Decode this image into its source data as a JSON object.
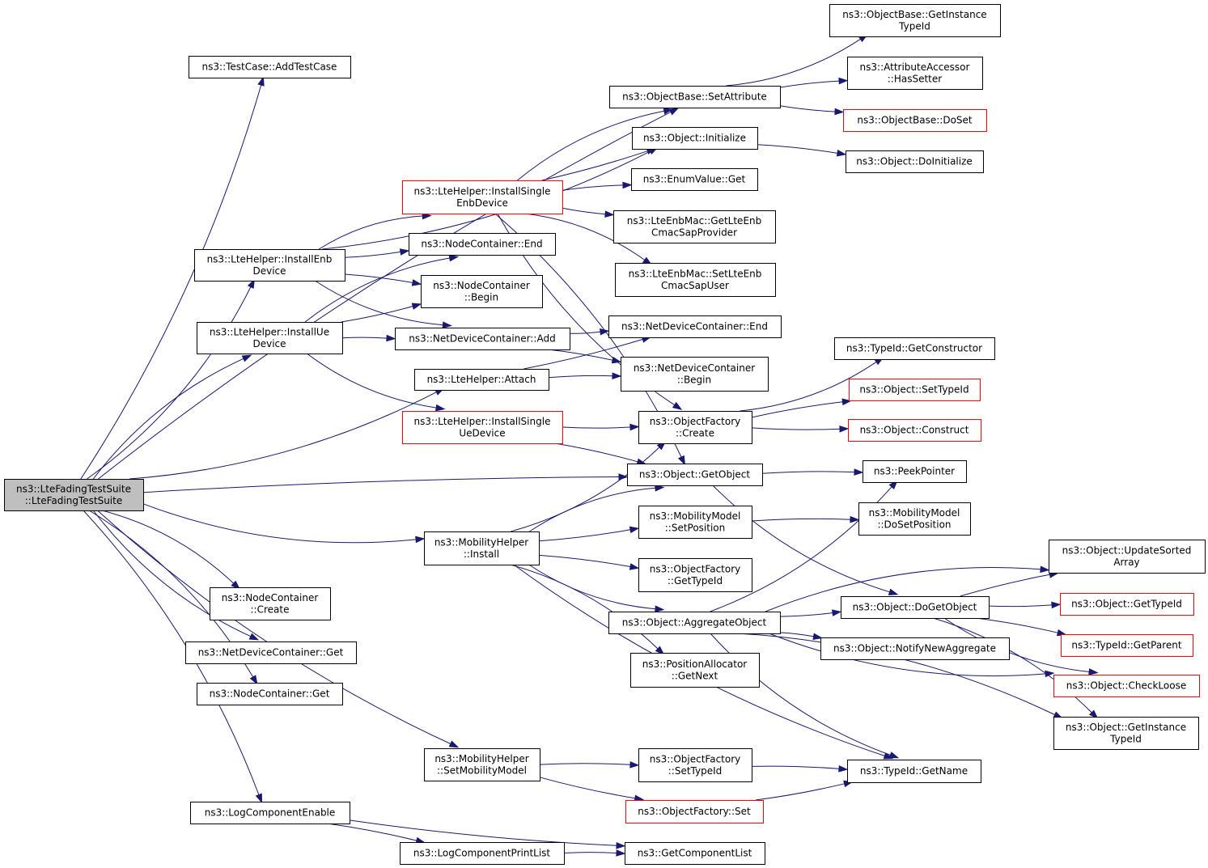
{
  "diagram": {
    "colors": {
      "root_fill": "#bfbfbf",
      "node_fill": "#ffffff",
      "node_border": "#000000",
      "incomplete_border": "#ff0000",
      "edge": "#191970"
    },
    "nodes": [
      {
        "id": "root",
        "lines": [
          "ns3::LteFadingTestSuite",
          "::LteFadingTestSuite"
        ],
        "style": "root"
      },
      {
        "id": "addTestCase",
        "lines": [
          "ns3::TestCase::AddTestCase"
        ],
        "style": "normal"
      },
      {
        "id": "installEnbDevice",
        "lines": [
          "ns3::LteHelper::InstallEnb",
          "Device"
        ],
        "style": "normal"
      },
      {
        "id": "installUeDevice",
        "lines": [
          "ns3::LteHelper::InstallUe",
          "Device"
        ],
        "style": "normal"
      },
      {
        "id": "attach",
        "lines": [
          "ns3::LteHelper::Attach"
        ],
        "style": "normal"
      },
      {
        "id": "mobilityInstall",
        "lines": [
          "ns3::MobilityHelper",
          "::Install"
        ],
        "style": "normal"
      },
      {
        "id": "nodeContainerCreate",
        "lines": [
          "ns3::NodeContainer",
          "::Create"
        ],
        "style": "normal"
      },
      {
        "id": "netDevContainerGet",
        "lines": [
          "ns3::NetDeviceContainer::Get"
        ],
        "style": "normal"
      },
      {
        "id": "nodeContainerGet",
        "lines": [
          "ns3::NodeContainer::Get"
        ],
        "style": "normal"
      },
      {
        "id": "setMobilityModel",
        "lines": [
          "ns3::MobilityHelper",
          "::SetMobilityModel"
        ],
        "style": "normal"
      },
      {
        "id": "logComponentEnable",
        "lines": [
          "ns3::LogComponentEnable"
        ],
        "style": "normal"
      },
      {
        "id": "setAttribute",
        "lines": [
          "ns3::ObjectBase::SetAttribute"
        ],
        "style": "normal"
      },
      {
        "id": "objectInitialize",
        "lines": [
          "ns3::Object::Initialize"
        ],
        "style": "normal"
      },
      {
        "id": "installSingleEnb",
        "lines": [
          "ns3::LteHelper::InstallSingle",
          "EnbDevice"
        ],
        "style": "incomplete"
      },
      {
        "id": "nodeContainerEnd",
        "lines": [
          "ns3::NodeContainer::End"
        ],
        "style": "normal"
      },
      {
        "id": "nodeContainerBegin",
        "lines": [
          "ns3::NodeContainer",
          "::Begin"
        ],
        "style": "normal"
      },
      {
        "id": "netDevContainerAdd",
        "lines": [
          "ns3::NetDeviceContainer::Add"
        ],
        "style": "normal"
      },
      {
        "id": "installSingleUe",
        "lines": [
          "ns3::LteHelper::InstallSingle",
          "UeDevice"
        ],
        "style": "incomplete"
      },
      {
        "id": "enumValueGet",
        "lines": [
          "ns3::EnumValue::Get"
        ],
        "style": "normal"
      },
      {
        "id": "getLteEnbCmac",
        "lines": [
          "ns3::LteEnbMac::GetLteEnb",
          "CmacSapProvider"
        ],
        "style": "normal"
      },
      {
        "id": "setLteEnbCmac",
        "lines": [
          "ns3::LteEnbMac::SetLteEnb",
          "CmacSapUser"
        ],
        "style": "normal"
      },
      {
        "id": "netDevContainerEnd",
        "lines": [
          "ns3::NetDeviceContainer::End"
        ],
        "style": "normal"
      },
      {
        "id": "netDevContainerBegin",
        "lines": [
          "ns3::NetDeviceContainer",
          "::Begin"
        ],
        "style": "normal"
      },
      {
        "id": "objectFactoryCreate",
        "lines": [
          "ns3::ObjectFactory",
          "::Create"
        ],
        "style": "normal"
      },
      {
        "id": "objectGetObject",
        "lines": [
          "ns3::Object::GetObject"
        ],
        "style": "normal"
      },
      {
        "id": "mobilitySetPosition",
        "lines": [
          "ns3::MobilityModel",
          "::SetPosition"
        ],
        "style": "normal"
      },
      {
        "id": "objectFactoryGetTypeId",
        "lines": [
          "ns3::ObjectFactory",
          "::GetTypeId"
        ],
        "style": "normal"
      },
      {
        "id": "aggregateObject",
        "lines": [
          "ns3::Object::AggregateObject"
        ],
        "style": "normal"
      },
      {
        "id": "posAllocGetNext",
        "lines": [
          "ns3::PositionAllocator",
          "::GetNext"
        ],
        "style": "normal"
      },
      {
        "id": "objectFactorySetTypeId",
        "lines": [
          "ns3::ObjectFactory",
          "::SetTypeId"
        ],
        "style": "normal"
      },
      {
        "id": "objectFactorySet",
        "lines": [
          "ns3::ObjectFactory::Set"
        ],
        "style": "incomplete"
      },
      {
        "id": "logComponentPrintList",
        "lines": [
          "ns3::LogComponentPrintList"
        ],
        "style": "normal"
      },
      {
        "id": "getComponentList",
        "lines": [
          "ns3::GetComponentList"
        ],
        "style": "normal"
      },
      {
        "id": "getInstanceTypeIdBase",
        "lines": [
          "ns3::ObjectBase::GetInstance",
          "TypeId"
        ],
        "style": "normal"
      },
      {
        "id": "attrAccessorHasSetter",
        "lines": [
          "ns3::AttributeAccessor",
          "::HasSetter"
        ],
        "style": "normal"
      },
      {
        "id": "objectBaseDoSet",
        "lines": [
          "ns3::ObjectBase::DoSet"
        ],
        "style": "incomplete"
      },
      {
        "id": "objectDoInitialize",
        "lines": [
          "ns3::Object::DoInitialize"
        ],
        "style": "normal"
      },
      {
        "id": "typeIdGetConstructor",
        "lines": [
          "ns3::TypeId::GetConstructor"
        ],
        "style": "normal"
      },
      {
        "id": "objectSetTypeId",
        "lines": [
          "ns3::Object::SetTypeId"
        ],
        "style": "incomplete"
      },
      {
        "id": "objectConstruct",
        "lines": [
          "ns3::Object::Construct"
        ],
        "style": "incomplete"
      },
      {
        "id": "peekPointer",
        "lines": [
          "ns3::PeekPointer"
        ],
        "style": "normal"
      },
      {
        "id": "mobilityDoSetPosition",
        "lines": [
          "ns3::MobilityModel",
          "::DoSetPosition"
        ],
        "style": "normal"
      },
      {
        "id": "objectDoGetObject",
        "lines": [
          "ns3::Object::DoGetObject"
        ],
        "style": "normal"
      },
      {
        "id": "notifyNewAggregate",
        "lines": [
          "ns3::Object::NotifyNewAggregate"
        ],
        "style": "normal"
      },
      {
        "id": "typeIdGetName",
        "lines": [
          "ns3::TypeId::GetName"
        ],
        "style": "normal"
      },
      {
        "id": "updateSortedArray",
        "lines": [
          "ns3::Object::UpdateSorted",
          "Array"
        ],
        "style": "normal"
      },
      {
        "id": "objectGetTypeId",
        "lines": [
          "ns3::Object::GetTypeId"
        ],
        "style": "incomplete"
      },
      {
        "id": "typeIdGetParent",
        "lines": [
          "ns3::TypeId::GetParent"
        ],
        "style": "incomplete"
      },
      {
        "id": "checkLoose",
        "lines": [
          "ns3::Object::CheckLoose"
        ],
        "style": "incomplete"
      },
      {
        "id": "objectGetInstanceTypeId",
        "lines": [
          "ns3::Object::GetInstance",
          "TypeId"
        ],
        "style": "normal"
      }
    ],
    "edges": [
      {
        "from": "root",
        "to": "addTestCase"
      },
      {
        "from": "root",
        "to": "setAttribute"
      },
      {
        "from": "root",
        "to": "installEnbDevice"
      },
      {
        "from": "root",
        "to": "installUeDevice"
      },
      {
        "from": "root",
        "to": "attach"
      },
      {
        "from": "root",
        "to": "objectGetObject"
      },
      {
        "from": "root",
        "to": "mobilityInstall"
      },
      {
        "from": "root",
        "to": "nodeContainerCreate"
      },
      {
        "from": "root",
        "to": "netDevContainerGet"
      },
      {
        "from": "root",
        "to": "nodeContainerGet"
      },
      {
        "from": "root",
        "to": "setMobilityModel"
      },
      {
        "from": "root",
        "to": "logComponentEnable"
      },
      {
        "from": "installEnbDevice",
        "to": "objectInitialize"
      },
      {
        "from": "installEnbDevice",
        "to": "installSingleEnb"
      },
      {
        "from": "installEnbDevice",
        "to": "nodeContainerEnd"
      },
      {
        "from": "installEnbDevice",
        "to": "nodeContainerBegin"
      },
      {
        "from": "installEnbDevice",
        "to": "netDevContainerAdd"
      },
      {
        "from": "installUeDevice",
        "to": "nodeContainerEnd"
      },
      {
        "from": "installUeDevice",
        "to": "nodeContainerBegin"
      },
      {
        "from": "installUeDevice",
        "to": "netDevContainerAdd"
      },
      {
        "from": "installUeDevice",
        "to": "installSingleUe"
      },
      {
        "from": "installSingleEnb",
        "to": "setAttribute"
      },
      {
        "from": "installSingleEnb",
        "to": "objectInitialize"
      },
      {
        "from": "installSingleEnb",
        "to": "enumValueGet"
      },
      {
        "from": "installSingleEnb",
        "to": "getLteEnbCmac"
      },
      {
        "from": "installSingleEnb",
        "to": "setLteEnbCmac"
      },
      {
        "from": "installSingleEnb",
        "to": "objectFactoryCreate"
      },
      {
        "from": "installSingleEnb",
        "to": "objectGetObject"
      },
      {
        "from": "netDevContainerAdd",
        "to": "netDevContainerEnd"
      },
      {
        "from": "netDevContainerAdd",
        "to": "netDevContainerBegin"
      },
      {
        "from": "attach",
        "to": "netDevContainerEnd"
      },
      {
        "from": "attach",
        "to": "netDevContainerBegin"
      },
      {
        "from": "installSingleUe",
        "to": "objectFactoryCreate"
      },
      {
        "from": "installSingleUe",
        "to": "objectGetObject"
      },
      {
        "from": "mobilityInstall",
        "to": "objectFactoryCreate"
      },
      {
        "from": "mobilityInstall",
        "to": "objectGetObject"
      },
      {
        "from": "mobilityInstall",
        "to": "mobilitySetPosition"
      },
      {
        "from": "mobilityInstall",
        "to": "objectFactoryGetTypeId"
      },
      {
        "from": "mobilityInstall",
        "to": "aggregateObject"
      },
      {
        "from": "mobilityInstall",
        "to": "posAllocGetNext"
      },
      {
        "from": "mobilityInstall",
        "to": "typeIdGetName"
      },
      {
        "from": "setMobilityModel",
        "to": "objectFactorySetTypeId"
      },
      {
        "from": "setMobilityModel",
        "to": "objectFactorySet"
      },
      {
        "from": "logComponentEnable",
        "to": "logComponentPrintList"
      },
      {
        "from": "logComponentEnable",
        "to": "getComponentList"
      },
      {
        "from": "logComponentPrintList",
        "to": "getComponentList"
      },
      {
        "from": "setAttribute",
        "to": "getInstanceTypeIdBase"
      },
      {
        "from": "setAttribute",
        "to": "attrAccessorHasSetter"
      },
      {
        "from": "setAttribute",
        "to": "objectBaseDoSet"
      },
      {
        "from": "objectInitialize",
        "to": "objectDoInitialize"
      },
      {
        "from": "objectFactoryCreate",
        "to": "typeIdGetConstructor"
      },
      {
        "from": "objectFactoryCreate",
        "to": "objectSetTypeId"
      },
      {
        "from": "objectFactoryCreate",
        "to": "objectConstruct"
      },
      {
        "from": "objectGetObject",
        "to": "peekPointer"
      },
      {
        "from": "objectGetObject",
        "to": "objectDoGetObject"
      },
      {
        "from": "mobilitySetPosition",
        "to": "mobilityDoSetPosition"
      },
      {
        "from": "aggregateObject",
        "to": "peekPointer"
      },
      {
        "from": "aggregateObject",
        "to": "updateSortedArray"
      },
      {
        "from": "aggregateObject",
        "to": "objectDoGetObject"
      },
      {
        "from": "aggregateObject",
        "to": "notifyNewAggregate"
      },
      {
        "from": "aggregateObject",
        "to": "checkLoose"
      },
      {
        "from": "aggregateObject",
        "to": "objectGetInstanceTypeId"
      },
      {
        "from": "aggregateObject",
        "to": "typeIdGetName"
      },
      {
        "from": "objectFactorySetTypeId",
        "to": "typeIdGetName"
      },
      {
        "from": "objectFactorySet",
        "to": "typeIdGetName"
      },
      {
        "from": "objectDoGetObject",
        "to": "updateSortedArray"
      },
      {
        "from": "objectDoGetObject",
        "to": "objectGetTypeId"
      },
      {
        "from": "objectDoGetObject",
        "to": "typeIdGetParent"
      },
      {
        "from": "objectDoGetObject",
        "to": "checkLoose"
      },
      {
        "from": "objectDoGetObject",
        "to": "objectGetInstanceTypeId"
      }
    ]
  }
}
